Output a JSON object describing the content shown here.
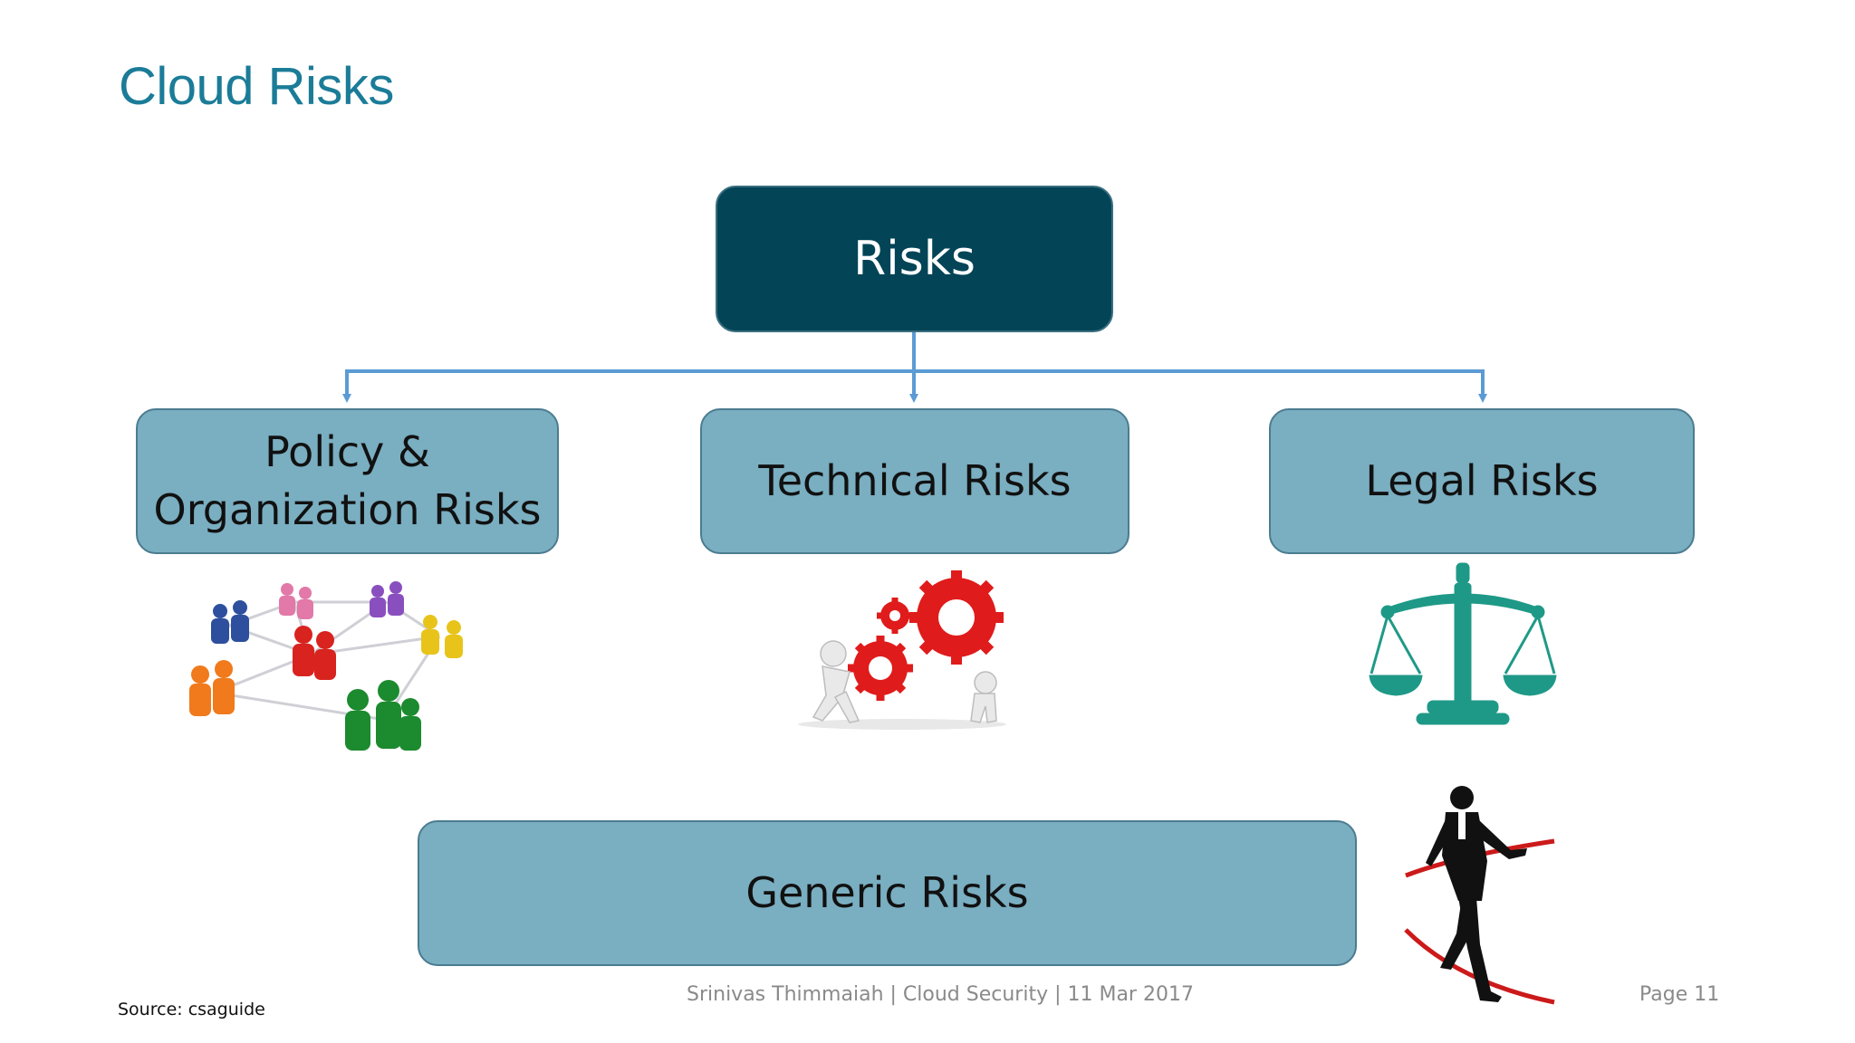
{
  "slide": {
    "title": "Cloud Risks",
    "root": "Risks",
    "children": [
      {
        "label_line1": "Policy &",
        "label_line2": "Organization Risks",
        "illustration": "people-network-icon"
      },
      {
        "label": "Technical Risks",
        "illustration": "gears-pushing-figures-icon"
      },
      {
        "label": "Legal Risks",
        "illustration": "scales-of-justice-icon"
      }
    ],
    "generic": {
      "label": "Generic Risks",
      "illustration": "tightrope-businessman-icon"
    },
    "footer": {
      "center": "Srinivas Thimmaiah | Cloud Security | 11 Mar 2017",
      "page": "Page 11",
      "source": "Source: csaguide"
    },
    "colors": {
      "title": "#1b7c98",
      "root_fill": "#034457",
      "child_fill": "#7aaec1",
      "connector": "#5b9bd5"
    }
  }
}
